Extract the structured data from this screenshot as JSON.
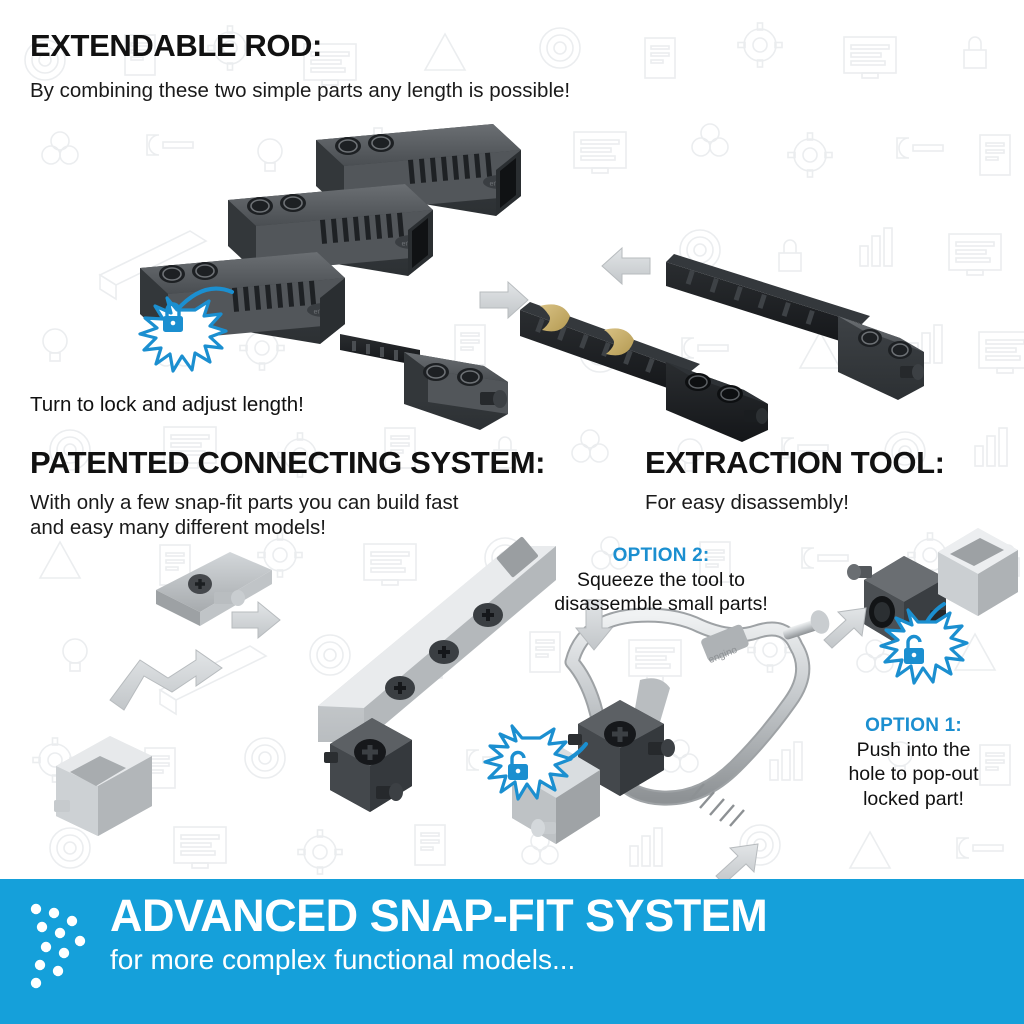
{
  "sections": {
    "extendable_rod": {
      "heading": "EXTENDABLE ROD:",
      "subtitle": "By combining these two simple parts any length is possible!",
      "caption": "Turn to lock and adjust length!"
    },
    "connecting_system": {
      "heading": "PATENTED CONNECTING SYSTEM:",
      "subtitle_line1": "With only a few snap-fit parts you can build fast",
      "subtitle_line2": "and easy many different models!"
    },
    "extraction_tool": {
      "heading": "EXTRACTION TOOL:",
      "subtitle": "For easy disassembly!",
      "option2": {
        "title": "OPTION 2:",
        "line1": "Squeeze the tool to",
        "line2": "disassemble small parts!"
      },
      "option1": {
        "title": "OPTION 1:",
        "line1": "Push into the",
        "line2": "hole to pop-out",
        "line3": "locked part!"
      }
    }
  },
  "banner": {
    "title": "ADVANCED SNAP-FIT SYSTEM",
    "subtitle": "for more complex functional models...",
    "logo_name": "dotted-chevron-logo"
  },
  "brand": {
    "part_logo_text": "engino"
  },
  "colors": {
    "banner_blue": "#15a0da",
    "accent_blue": "#1b8fd0",
    "heading_black": "#111111",
    "part_dark": "#4a4d50",
    "part_black": "#17191b",
    "part_light": "#c9ccce",
    "rotate_gold": "#c9a961",
    "arrow_gray": "#d2d5d7"
  },
  "icons": {
    "lock_closed": "lock-closed-icon",
    "lock_open": "lock-open-icon",
    "burst": "starburst-icon",
    "arrow": "arrow-3d-icon"
  }
}
